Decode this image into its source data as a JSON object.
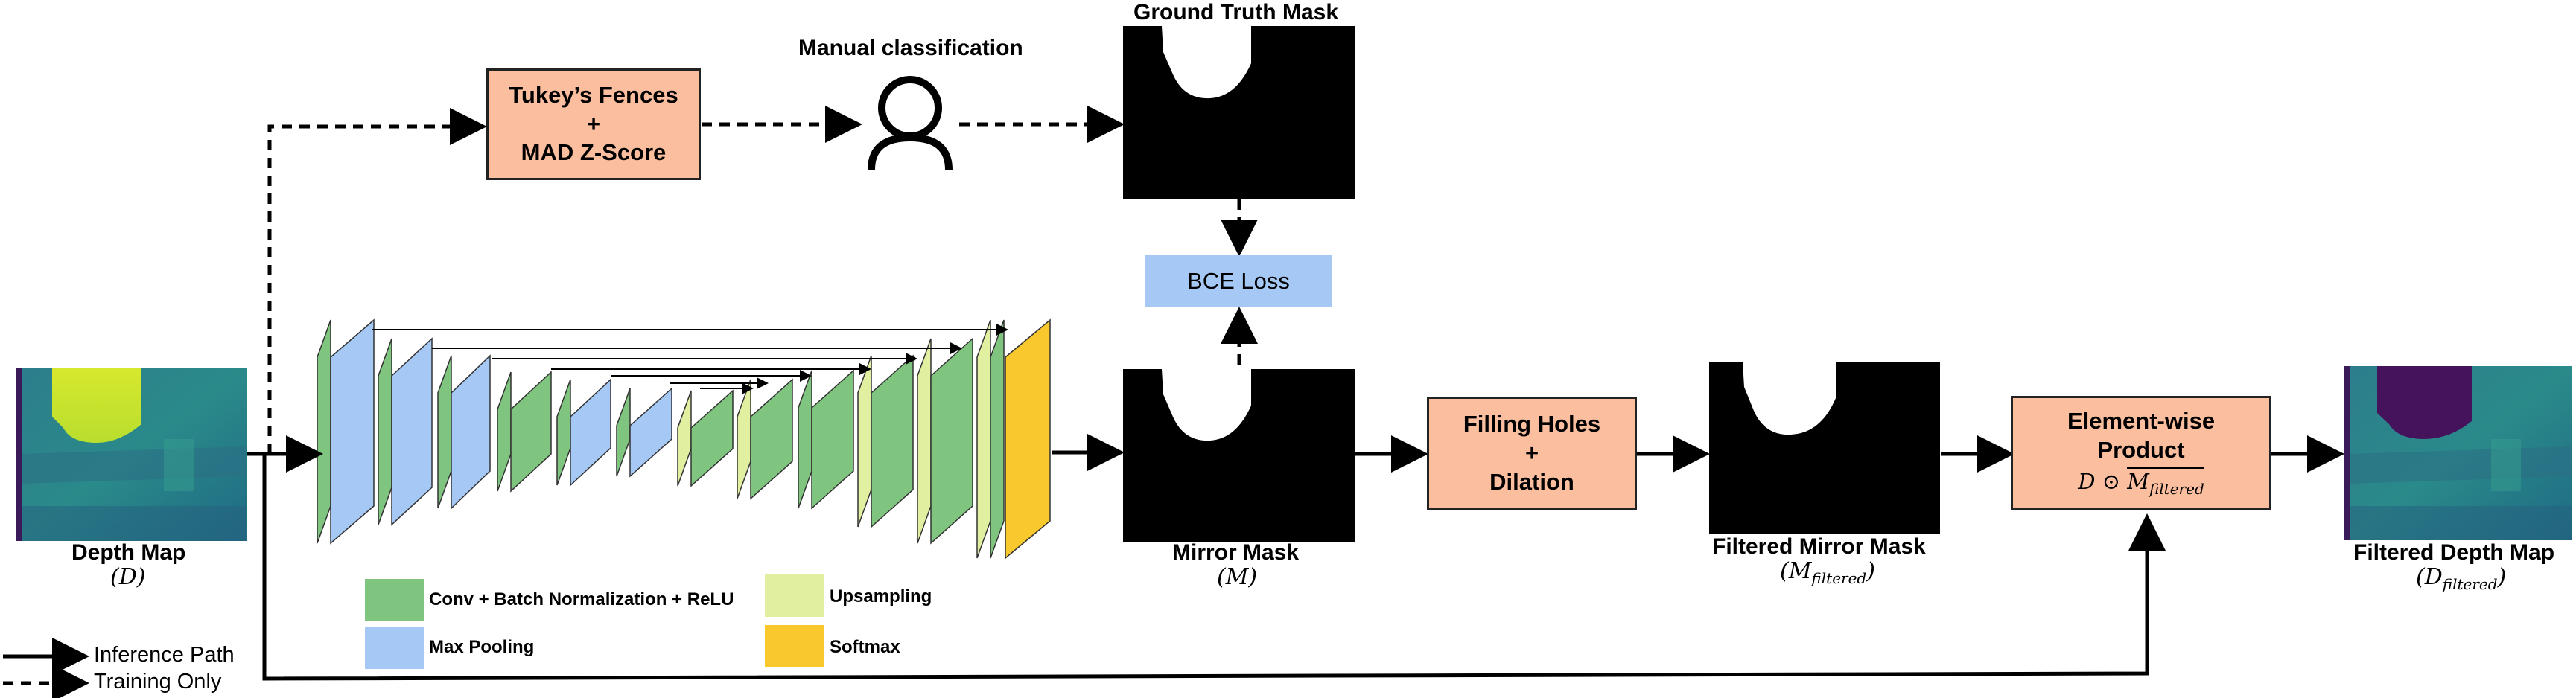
{
  "nodes": {
    "tukey": {
      "line1": "Tukey’s Fences",
      "line2": "+",
      "line3": "MAD Z-Score"
    },
    "manual": {
      "label": "Manual classification"
    },
    "gt_mask": {
      "label": "Ground Truth Mask"
    },
    "bce": {
      "label": "BCE Loss"
    },
    "depth_map": {
      "label": "Depth Map",
      "sub": "(D)"
    },
    "mirror_mask": {
      "label": "Mirror Mask",
      "sub": "(M)"
    },
    "filling": {
      "line1": "Filling Holes",
      "line2": "+",
      "line3": "Dilation"
    },
    "filtered_mask": {
      "label": "Filtered Mirror Mask",
      "sub": "(M",
      "sub_index": "filtered",
      "sub_close": ")"
    },
    "element_wise": {
      "line1": "Element-wise",
      "line2": "Product",
      "formula_d": "D ⊙",
      "formula_m": "M",
      "formula_sub": "filtered"
    },
    "filtered_depth": {
      "label": "Filtered Depth Map",
      "sub": "(D",
      "sub_index": "filtered",
      "sub_close": ")"
    }
  },
  "legend": {
    "conv": "Conv +  Batch Normalization + ReLU",
    "maxpool": "Max Pooling",
    "upsampling": "Upsampling",
    "softmax": "Softmax"
  },
  "path_legend": {
    "inference": "Inference Path",
    "training": "Training Only"
  },
  "colors": {
    "conv": "#7fc47f",
    "maxpool": "#a5c8f5",
    "upsampling": "#e0f0a0",
    "softmax": "#f9c82d",
    "box_fill": "#fbbfa0",
    "bce_fill": "#a5c8f5"
  }
}
